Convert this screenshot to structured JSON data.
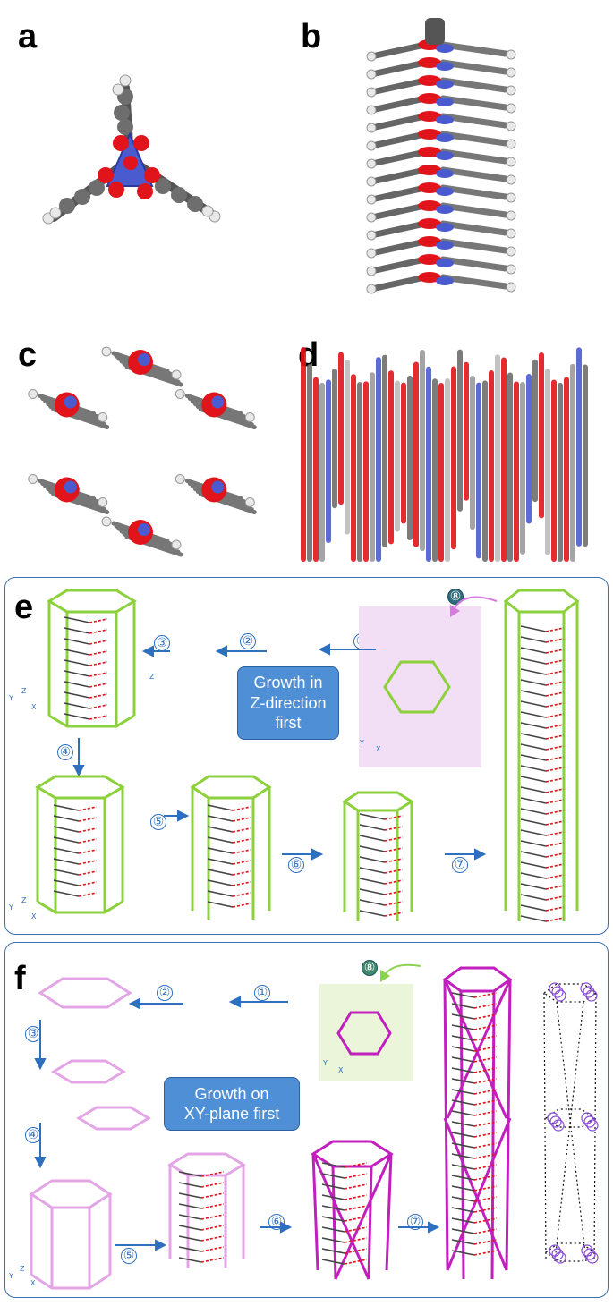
{
  "panels": {
    "a": "a",
    "b": "b",
    "c": "c",
    "d": "d",
    "e": "e",
    "f": "f"
  },
  "panel_e": {
    "callout": [
      "Growth in",
      "Z-direction",
      "first"
    ],
    "steps": [
      "①",
      "②",
      "③",
      "④",
      "⑤",
      "⑥",
      "⑦",
      "⑧"
    ],
    "axis_labels": {
      "y": "Y",
      "z": "Z",
      "x": "X"
    }
  },
  "panel_f": {
    "callout": [
      "Growth on",
      "XY-plane first"
    ],
    "steps": [
      "①",
      "②",
      "③",
      "④",
      "⑤",
      "⑥",
      "⑦",
      "⑧"
    ],
    "axis_labels": {
      "y": "Y",
      "z": "Z",
      "x": "X"
    }
  },
  "colors": {
    "oxygen": "#e0141a",
    "nitrogen": "#4a5bd0",
    "carbon": "#6e6e6e",
    "hydrogen": "#e8e8e8",
    "frame_blue": "#3a6fb0",
    "arrow_blue": "#2f6fbf",
    "green_cage": "#8cd13c",
    "magenta_cage": "#c21fbf",
    "light_pink_cage": "#e3a5e6",
    "lavender_box": "#f2dff5",
    "light_green_box": "#eaf5d9"
  },
  "icons": [
    "molecule-trimer-icon",
    "helical-stack-icon",
    "hexagonal-cage-icon",
    "growth-arrow-icon"
  ]
}
